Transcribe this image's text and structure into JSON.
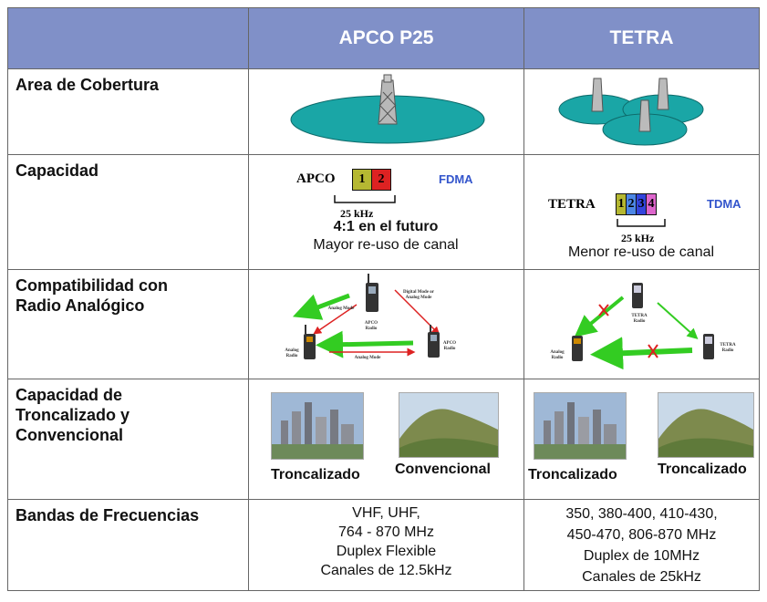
{
  "header": {
    "col1": "",
    "col2": "APCO P25",
    "col3": "TETRA"
  },
  "rows": {
    "coverage": {
      "label": "Area de Cobertura"
    },
    "capacity": {
      "label": "Capacidad",
      "apco": {
        "name": "APCO",
        "slots": [
          "1",
          "2"
        ],
        "access": "FDMA",
        "bandwidth": "25 kHz",
        "line1": "4:1 en el futuro",
        "line2": "Mayor re-uso de canal"
      },
      "tetra": {
        "name": "TETRA",
        "slots": [
          "1",
          "2",
          "3",
          "4"
        ],
        "access": "TDMA",
        "bandwidth": "25 kHz",
        "line2": "Menor re-uso de canal"
      }
    },
    "compat": {
      "label1": "Compatibilidad con",
      "label2": "Radio Analógico",
      "apco": {
        "digital_mode": "Digital Mode or Analog Mode",
        "analog_mode_a": "Analog Mode",
        "analog_mode_b": "Analog Mode",
        "apco_radio_top": "APCO Radio",
        "apco_radio_right": "APCO Radio",
        "analog_radio": "Analog Radio"
      },
      "tetra": {
        "tetra_radio_top": "TETRA Radio",
        "tetra_radio_right": "TETRA Radio",
        "analog_radio": "Analog Radio"
      }
    },
    "trunk": {
      "label1": "Capacidad de",
      "label2": "Troncalizado y",
      "label3": "Convencional",
      "apco": {
        "cap_left": "Troncalizado",
        "cap_right": "Convencional"
      },
      "tetra": {
        "cap_left": "Troncalizado",
        "cap_right": "Troncalizado"
      }
    },
    "bands": {
      "label": "Bandas de Frecuencias",
      "apco": [
        "VHF, UHF,",
        "764 - 870 MHz",
        "Duplex Flexible",
        "Canales de 12.5kHz"
      ],
      "tetra": [
        "350, 380-400, 410-430,",
        "450-470, 806-870 MHz",
        "Duplex de 10MHz",
        "Canales de 25kHz"
      ]
    }
  },
  "colors": {
    "header_bg": "#8090c8",
    "slot1": "#b5b832",
    "slot2": "#dd2222",
    "slot3": "#3344dd",
    "slot4": "#dd66cc",
    "coverage": "#1aa6a6",
    "arrow_green": "#33cc22",
    "arrow_red": "#dd2222"
  }
}
